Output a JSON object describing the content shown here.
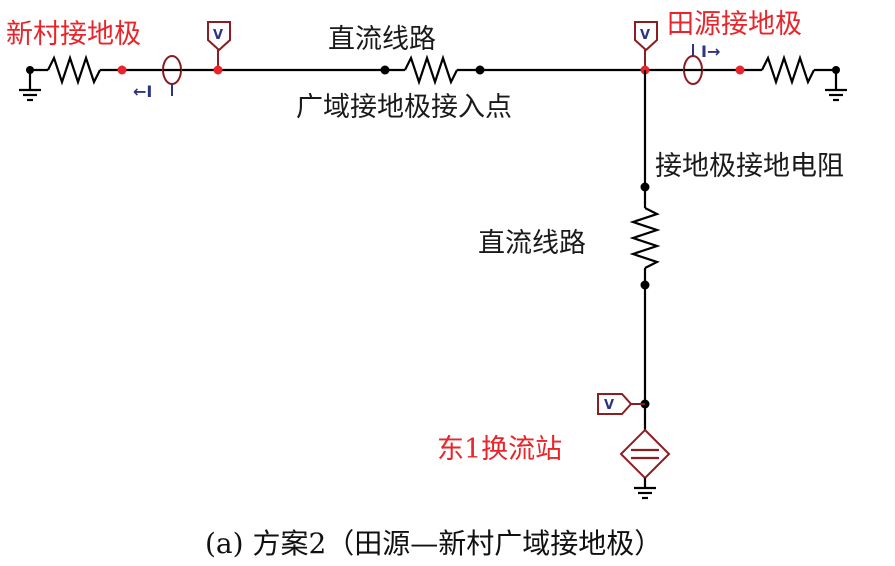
{
  "labels": {
    "xincun_electrode": "新村接地极",
    "tianyuan_electrode": "田源接地极",
    "dc_line_top": "直流线路",
    "access_point": "广域接地极接入点",
    "electrode_resistance": "接地极接地电阻",
    "dc_line_vertical": "直流线路",
    "station": "东1换流站"
  },
  "caption": "(a) 方案2（田源—新村广域接地极）",
  "meters": {
    "voltage_symbol": "V",
    "current_left": "←I",
    "current_right": "I→"
  },
  "colors": {
    "wire": "#000000",
    "label_red": "#e8252b",
    "meter_outline": "#8a1e22",
    "meter_text": "#2f3480",
    "red_node": "#e8252b"
  }
}
